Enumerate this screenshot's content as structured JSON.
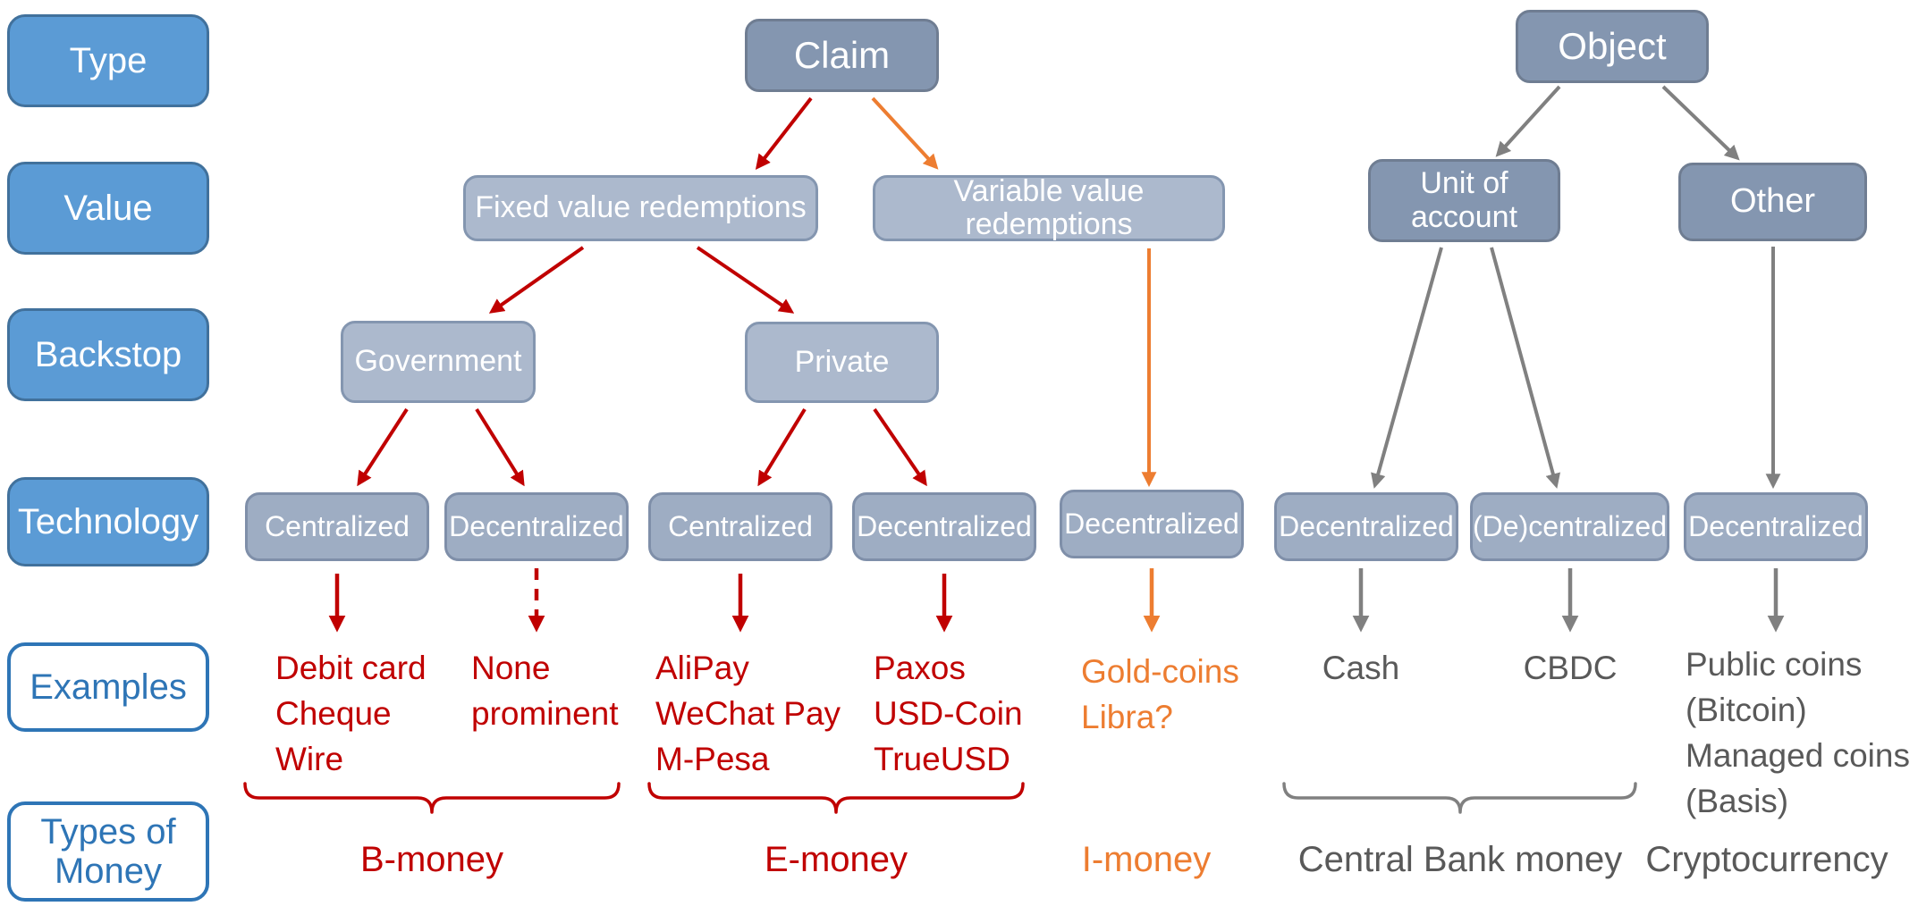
{
  "rows": [
    "Type",
    "Value",
    "Backstop",
    "Technology",
    "Examples",
    "Types of Money"
  ],
  "nodes": {
    "claim": "Claim",
    "object": "Object",
    "fixed_value": "Fixed value redemptions",
    "variable_value": "Variable value redemptions",
    "unit_of_account": "Unit of account",
    "other": "Other",
    "government": "Government",
    "private": "Private",
    "tech": [
      "Centralized",
      "Decentralized",
      "Centralized",
      "Decentralized",
      "Decentralized",
      "Decentralized",
      "(De)centralized",
      "Decentralized"
    ]
  },
  "examples": {
    "b_centralized": [
      "Debit card",
      "Cheque",
      "Wire"
    ],
    "b_decentralized": [
      "None",
      "prominent"
    ],
    "e_centralized": [
      "AliPay",
      "WeChat Pay",
      "M-Pesa"
    ],
    "e_decentralized": [
      "Paxos",
      "USD-Coin",
      "TrueUSD"
    ],
    "i_decentralized": [
      "Gold-coins",
      "Libra?"
    ],
    "cash": "Cash",
    "cbdc": "CBDC",
    "cryptocurrency": [
      "Public coins",
      "(Bitcoin)",
      "Managed coins",
      "(Basis)"
    ]
  },
  "money_types": {
    "b_money": "B-money",
    "e_money": "E-money",
    "i_money": "I-money",
    "central_bank": "Central Bank money",
    "cryptocurrency": "Cryptocurrency"
  },
  "colors": {
    "red": "#C00000",
    "orange": "#ED7D31",
    "grey": "#808080",
    "text_grey": "#595959",
    "blue_fill": "#5B9BD5",
    "blue_border": "#2E75B6",
    "steel_dark": "#8496B0",
    "steel_mid": "#ACB9CD",
    "steel_tech": "#9EADC3"
  }
}
